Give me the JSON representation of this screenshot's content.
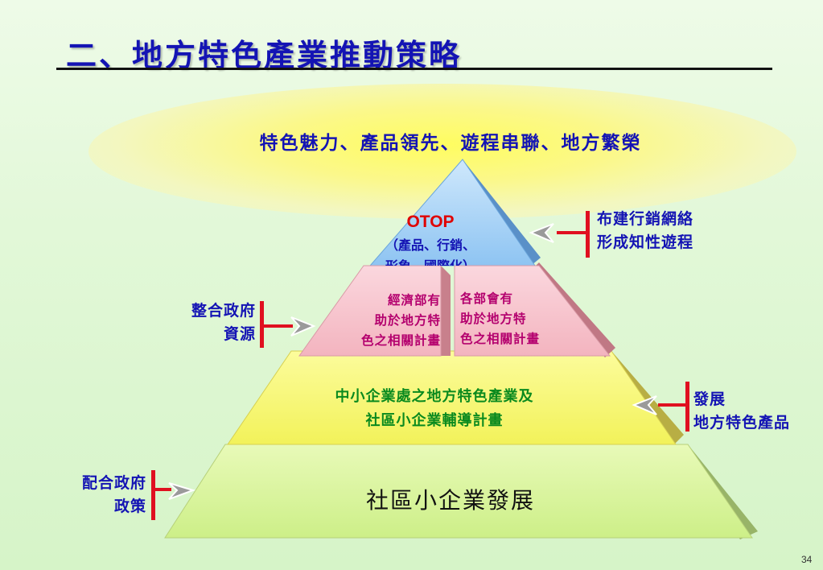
{
  "title": "二、地方特色產業推動策略",
  "vision": "特色魅力、產品領先、遊程串聯、地方繁榮",
  "pyramid": {
    "top": {
      "title": "OTOP",
      "subtitle_line1": "（產品、行銷、",
      "subtitle_line2": "形象、國際化）"
    },
    "tier2_left": {
      "line1": "經濟部有",
      "line2": "助於地方特",
      "line3": "色之相關計畫"
    },
    "tier2_right": {
      "line1": "各部會有",
      "line2": "助於地方特",
      "line3": "色之相關計畫"
    },
    "tier3": {
      "line1": "中小企業處之地方特色產業及",
      "line2": "社區小企業輔導計畫"
    },
    "base": {
      "label": "社區小企業發展"
    }
  },
  "annotations": {
    "top_right": {
      "line1": "布建行銷網絡",
      "line2": "形成知性遊程"
    },
    "mid_left": {
      "line1": "整合政府",
      "line2": "資源"
    },
    "tier3_right": {
      "line1": "發展",
      "line2": "地方特色產品"
    },
    "base_left": {
      "line1": "配合政府",
      "line2": "政策"
    }
  },
  "page_number": "34",
  "colors": {
    "title": "#1414b4",
    "pyramid_top": "#a8d4f8",
    "tier2": "#f7c3cc",
    "tier3": "#f8f870",
    "base": "#d7f59a",
    "bracket": "#e01020",
    "otop": "#e00000"
  }
}
